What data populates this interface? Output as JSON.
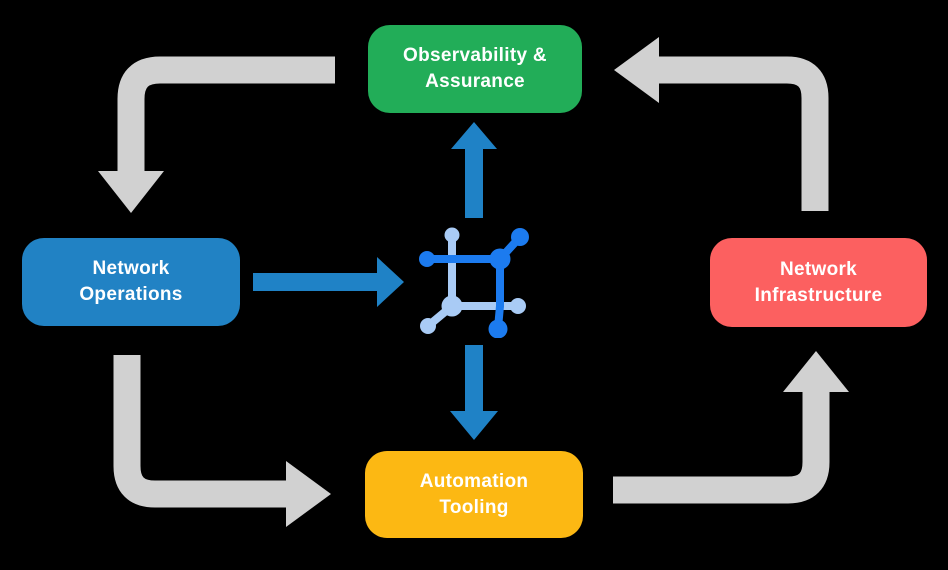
{
  "diagram": {
    "nodes": {
      "observability": {
        "line1": "Observability &",
        "line2": "Assurance",
        "color": "#22AD58"
      },
      "operations": {
        "line1": "Network",
        "line2": "Operations",
        "color": "#2182C4"
      },
      "infrastructure": {
        "line1": "Network",
        "line2": "Infrastructure",
        "color": "#FC6060"
      },
      "automation": {
        "line1": "Automation",
        "line2": "Tooling",
        "color": "#FCB813"
      }
    },
    "arrows": {
      "gray_cycle": [
        "observability-to-operations",
        "operations-to-automation",
        "automation-to-infrastructure",
        "infrastructure-to-observability"
      ],
      "blue": [
        "operations-to-icon",
        "icon-to-observability",
        "icon-to-automation"
      ]
    },
    "icon": {
      "name": "network-automation-icon"
    },
    "colors": {
      "background": "#000000",
      "arrow_gray": "#D1D1D1",
      "arrow_blue": "#1F82C6",
      "icon_dark_blue": "#1C7BEF",
      "icon_light_blue": "#A9CBF5",
      "text": "#FFFFFF"
    }
  }
}
